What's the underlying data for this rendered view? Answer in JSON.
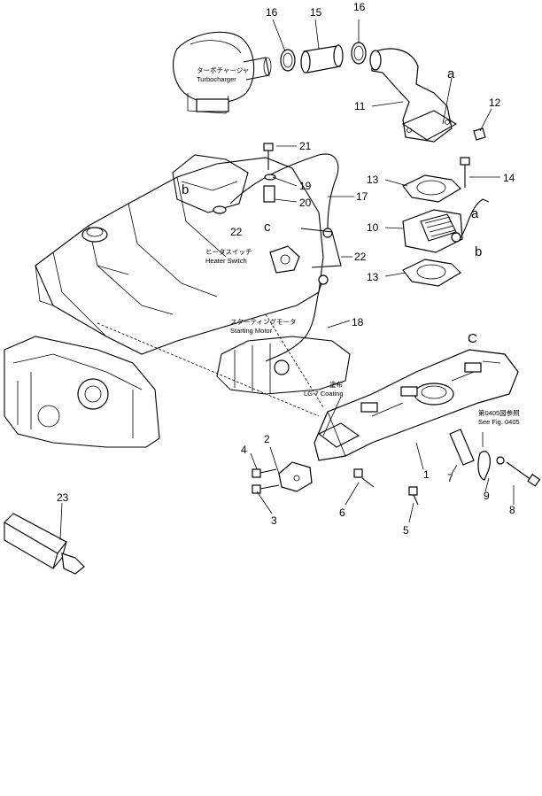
{
  "callouts": {
    "n1": "1",
    "n2": "2",
    "n3": "3",
    "n4": "4",
    "n5": "5",
    "n6": "6",
    "n7": "7",
    "n8": "8",
    "n9": "9",
    "n10": "10",
    "n11": "11",
    "n12": "12",
    "n13a": "13",
    "n13b": "13",
    "n14": "14",
    "n15": "15",
    "n16a": "16",
    "n16b": "16",
    "n17": "17",
    "n18": "18",
    "n19": "19",
    "n20": "20",
    "n21": "21",
    "n22a": "22",
    "n22b": "22",
    "n23": "23"
  },
  "letters": {
    "a_top": "a",
    "a_mid": "a",
    "b_left": "b",
    "b_right": "b",
    "c_left": "c",
    "c_right": "C"
  },
  "captions": {
    "turbo_jp": "ターボチャージャ",
    "turbo_en": "Turbocharger",
    "heater_jp": "ヒータスイッチ",
    "heater_en": "Heater Switch",
    "starting_jp": "スターティングモータ",
    "starting_en": "Starting Motor",
    "coating_jp": "塗布",
    "coating_en": "LG-7 Coating",
    "ref_jp": "第0405図参照",
    "ref_en": "See Fig. 0405"
  }
}
